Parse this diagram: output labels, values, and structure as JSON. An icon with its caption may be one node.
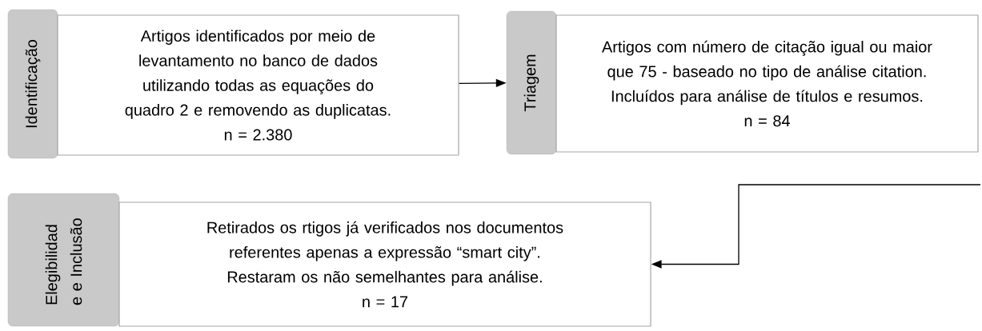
{
  "diagram": {
    "nodes": [
      {
        "text": [
          "Identificação"
        ]
      },
      {
        "text": [
          "Artigos identificados por meio de levantamento no banco de dados utilizando todas as equações do quadro 2 e removendo as duplicatas.",
          "n = 2.380"
        ]
      },
      {
        "text": [
          "Triagem"
        ]
      },
      {
        "text": [
          "Artigos com número de citação igual ou maior que 75 - baseado no tipo de análise citation. Incluídos para análise de títulos e resumos.",
          "n = 84"
        ]
      },
      {
        "text": [
          "Elegibilidad e e Inclusão"
        ]
      },
      {
        "text": [
          "Retirados os rtigos já verificados nos documentos referentes apenas a expressão “smart city”. Restaram os não semelhantes para análise.",
          "n = 17"
        ]
      }
    ],
    "edges": [
      {
        "from": 1,
        "to": 2,
        "arrow": "to"
      },
      {
        "from": null,
        "to": 5,
        "arrow": "to"
      }
    ]
  }
}
